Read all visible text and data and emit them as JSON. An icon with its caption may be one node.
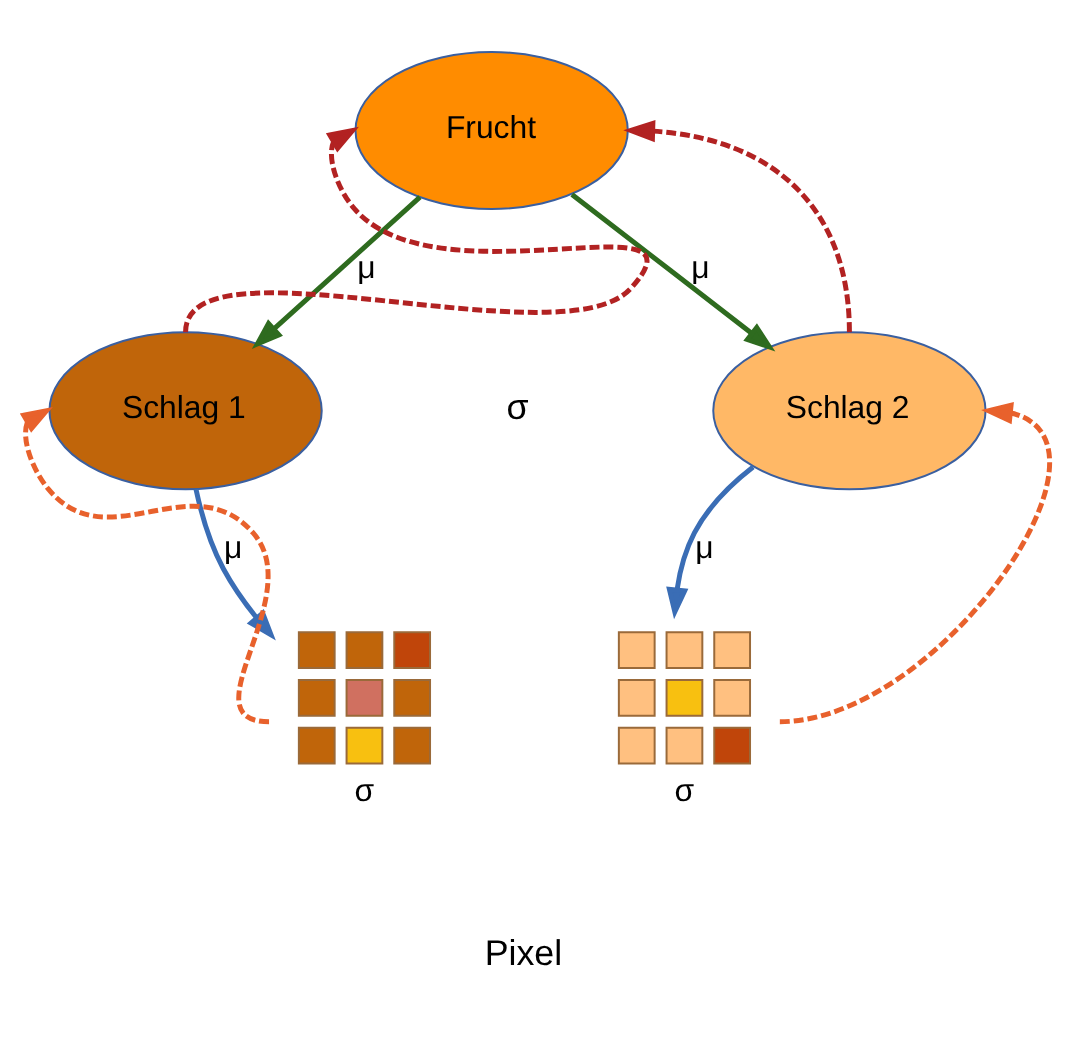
{
  "diagram": {
    "nodes": [
      {
        "text": [
          "Frucht"
        ]
      },
      {
        "text": [
          "Schlag 1"
        ]
      },
      {
        "text": [
          "Schlag 2"
        ]
      },
      {
        "text": [],
        "shape": "picture",
        "beside": [
          "σ"
        ]
      },
      {
        "text": [],
        "shape": "picture",
        "beside": [
          "σ"
        ]
      }
    ],
    "edges": [
      {
        "from": 0,
        "to": 1,
        "arrow": "to",
        "label": "μ",
        "color": "#2e6b1f"
      },
      {
        "from": 0,
        "to": 2,
        "arrow": "to",
        "label": "μ",
        "color": "#2e6b1f"
      },
      {
        "from": 1,
        "to": 0,
        "arrow": "to",
        "style": "dashed",
        "color": "#b22222"
      },
      {
        "from": 2,
        "to": 0,
        "arrow": "to",
        "style": "dashed",
        "color": "#b22222"
      },
      {
        "from": 1,
        "to": 3,
        "arrow": "to",
        "label": "μ",
        "color": "#3a6db5"
      },
      {
        "from": 2,
        "to": 4,
        "arrow": "to",
        "label": "μ",
        "color": "#3a6db5"
      },
      {
        "from": 3,
        "to": 1,
        "arrow": "to",
        "style": "dashed",
        "color": "#e8612c"
      },
      {
        "from": 4,
        "to": 2,
        "arrow": "to",
        "style": "dashed",
        "color": "#e8612c"
      }
    ],
    "labels": [
      "σ",
      "Pixel"
    ]
  }
}
